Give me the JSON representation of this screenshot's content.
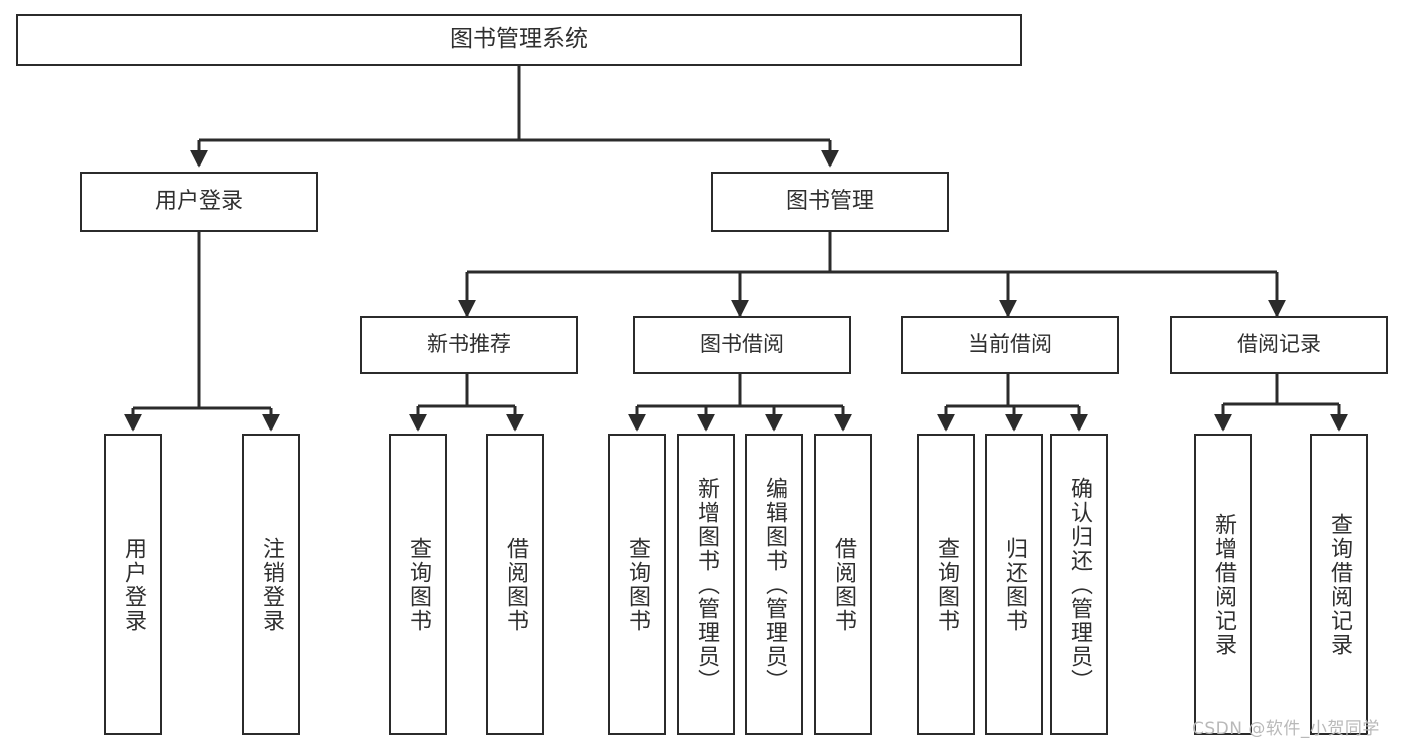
{
  "diagram": {
    "type": "tree-hierarchy-chart",
    "title_text": "图书管理系统",
    "stroke_color": "#2b2b2b",
    "text_color": "#2f2f2f",
    "background_color": "#ffffff",
    "watermark": "CSDN @软件_小贺同学",
    "nodes": {
      "root": {
        "label": "图书管理系统"
      },
      "level2": [
        {
          "label": "用户登录"
        },
        {
          "label": "图书管理"
        }
      ],
      "level3": [
        {
          "label": "新书推荐"
        },
        {
          "label": "图书借阅"
        },
        {
          "label": "当前借阅"
        },
        {
          "label": "借阅记录"
        }
      ],
      "leaves": {
        "user_login": [
          {
            "label": "用户登录"
          },
          {
            "label": "注销登录"
          }
        ],
        "new_book_recommend": [
          {
            "label": "查询图书"
          },
          {
            "label": "借阅图书"
          }
        ],
        "book_borrow": [
          {
            "label": "查询图书"
          },
          {
            "label": "新增图书（管理员）"
          },
          {
            "label": "编辑图书（管理员）"
          },
          {
            "label": "借阅图书"
          }
        ],
        "current_borrow": [
          {
            "label": "查询图书"
          },
          {
            "label": "归还图书"
          },
          {
            "label": "确认归还（管理员）"
          }
        ],
        "borrow_record": [
          {
            "label": "新增借阅记录"
          },
          {
            "label": "查询借阅记录"
          }
        ]
      }
    }
  }
}
